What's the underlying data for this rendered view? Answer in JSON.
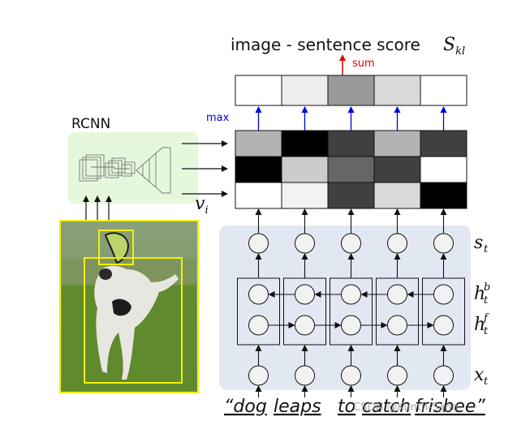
{
  "title": "image - sentence score",
  "score_symbol": "S",
  "score_subscript": "kl",
  "sum_label": "sum",
  "max_label": "max",
  "rcnn_label": "RCNN",
  "v_symbol": "v",
  "v_subscript": "i",
  "row_labels": [
    {
      "base": "s",
      "sub": "t",
      "sup": ""
    },
    {
      "base": "h",
      "sub": "t",
      "sup": "b"
    },
    {
      "base": "h",
      "sub": "t",
      "sup": "f"
    },
    {
      "base": "x",
      "sub": "t",
      "sup": ""
    }
  ],
  "words": [
    "“dog",
    "leaps",
    "to",
    "catch",
    "frisbee”"
  ],
  "watermark": "CSDN @Kunth-Sann",
  "score_cells": [
    1.0,
    0.93,
    0.6,
    0.85,
    1.0
  ],
  "alignment_matrix": [
    [
      0.7,
      0.0,
      0.25,
      0.7,
      0.25
    ],
    [
      0.0,
      0.8,
      0.4,
      0.25,
      1.0
    ],
    [
      1.0,
      0.95,
      0.25,
      0.85,
      0.0
    ]
  ],
  "colors": {
    "sum_arrow": "#e00000",
    "max_arrow": "#0000dd",
    "rcnn_panel": "#e6f8dc",
    "rnn_panel": "#e2e8f2",
    "bbox": "#f4f000",
    "grass": "#5f8a2e",
    "dog": "#e8e6e0"
  }
}
